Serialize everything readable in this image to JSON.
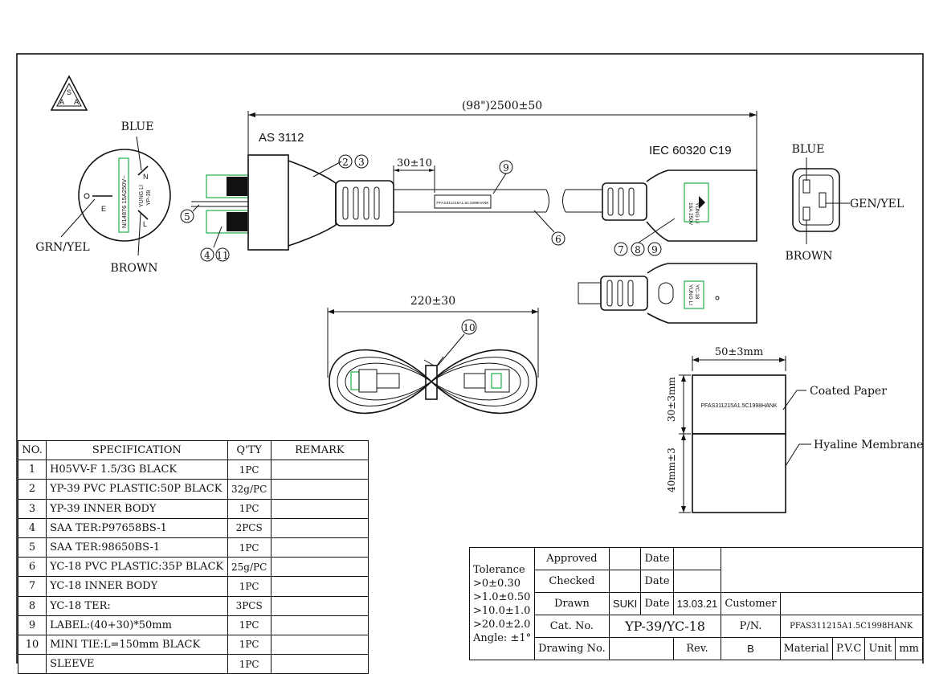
{
  "cert_mark": "SAA",
  "dimensions": {
    "overall_length": "(98\")2500±50",
    "strip_length": "30±10",
    "coil_width": "220±30",
    "label_width": "50±3mm",
    "label_paper_height": "30±3mm",
    "label_membrane_height": "40mm±3"
  },
  "plug": {
    "standard": "AS 3112",
    "face_top_label": "BLUE",
    "face_left_label": "GRN/YEL",
    "face_bottom_label": "BROWN",
    "pin_n": "N",
    "pin_l": "L",
    "pin_e": "E",
    "face_text_1": "N/14876 15A250V~",
    "face_text_2": "YUNG LI",
    "face_text_3": "YP-39"
  },
  "connector": {
    "standard": "IEC 60320 C19",
    "face_top_label": "BLUE",
    "face_right_label": "GEN/YEL",
    "face_bottom_label": "BROWN",
    "body_text_1": "16A 250V",
    "body_text_2": "YUNG LI",
    "body_text_3": "YC-18"
  },
  "cable_print": "PFAS311215A1.5C1998HANK",
  "label_print": "PFAS311215A1.5C1998HANK",
  "label_callouts": [
    "Coated Paper",
    "Hyaline Membrane"
  ],
  "balloons": [
    "2",
    "3",
    "4",
    "5",
    "6",
    "7",
    "8",
    "9",
    "10",
    "11"
  ],
  "spec_table": {
    "headers": [
      "NO.",
      "SPECIFICATION",
      "Q'TY",
      "REMARK"
    ],
    "rows": [
      {
        "no": "1",
        "spec": "H05VV-F 1.5/3G BLACK",
        "qty": "1PC",
        "remark": ""
      },
      {
        "no": "2",
        "spec": "YP-39 PVC PLASTIC:50P BLACK",
        "qty": "32g/PC",
        "remark": ""
      },
      {
        "no": "3",
        "spec": "YP-39 INNER BODY",
        "qty": "1PC",
        "remark": ""
      },
      {
        "no": "4",
        "spec": "SAA TER:P97658BS-1",
        "qty": "2PCS",
        "remark": ""
      },
      {
        "no": "5",
        "spec": "SAA TER:98650BS-1",
        "qty": "1PC",
        "remark": ""
      },
      {
        "no": "6",
        "spec": "YC-18 PVC PLASTIC:35P BLACK",
        "qty": "25g/PC",
        "remark": ""
      },
      {
        "no": "7",
        "spec": "YC-18 INNER BODY",
        "qty": "1PC",
        "remark": ""
      },
      {
        "no": "8",
        "spec": "YC-18 TER:",
        "qty": "3PCS",
        "remark": ""
      },
      {
        "no": "9",
        "spec": "LABEL:(40+30)*50mm",
        "qty": "1PC",
        "remark": ""
      },
      {
        "no": "10",
        "spec": "MINI TIE:L=150mm BLACK",
        "qty": "1PC",
        "remark": ""
      },
      {
        "no": "",
        "spec": "SLEEVE",
        "qty": "1PC",
        "remark": ""
      }
    ]
  },
  "title_block": {
    "tolerance_title": "Tolerance",
    "tolerance_lines": [
      ">0±0.30",
      ">1.0±0.50",
      ">10.0±1.0",
      ">20.0±2.0",
      "Angle: ±1°"
    ],
    "approved_label": "Approved",
    "checked_label": "Checked",
    "drawn_label": "Drawn",
    "drawn_value": "SUKI",
    "date_label": "Date",
    "date_value": "13.03.21",
    "catno_label": "Cat. No.",
    "catno_value": "YP-39/YC-18",
    "drawingno_label": "Drawing No.",
    "rev_label": "Rev.",
    "rev_value": "B",
    "customer_label": "Customer",
    "customer_value": "",
    "pn_label": "P/N.",
    "pn_value": "PFAS311215A1.5C1998HANK",
    "material_label": "Material",
    "material_value": "P.V.C",
    "unit_label": "Unit",
    "unit_value": "mm"
  }
}
